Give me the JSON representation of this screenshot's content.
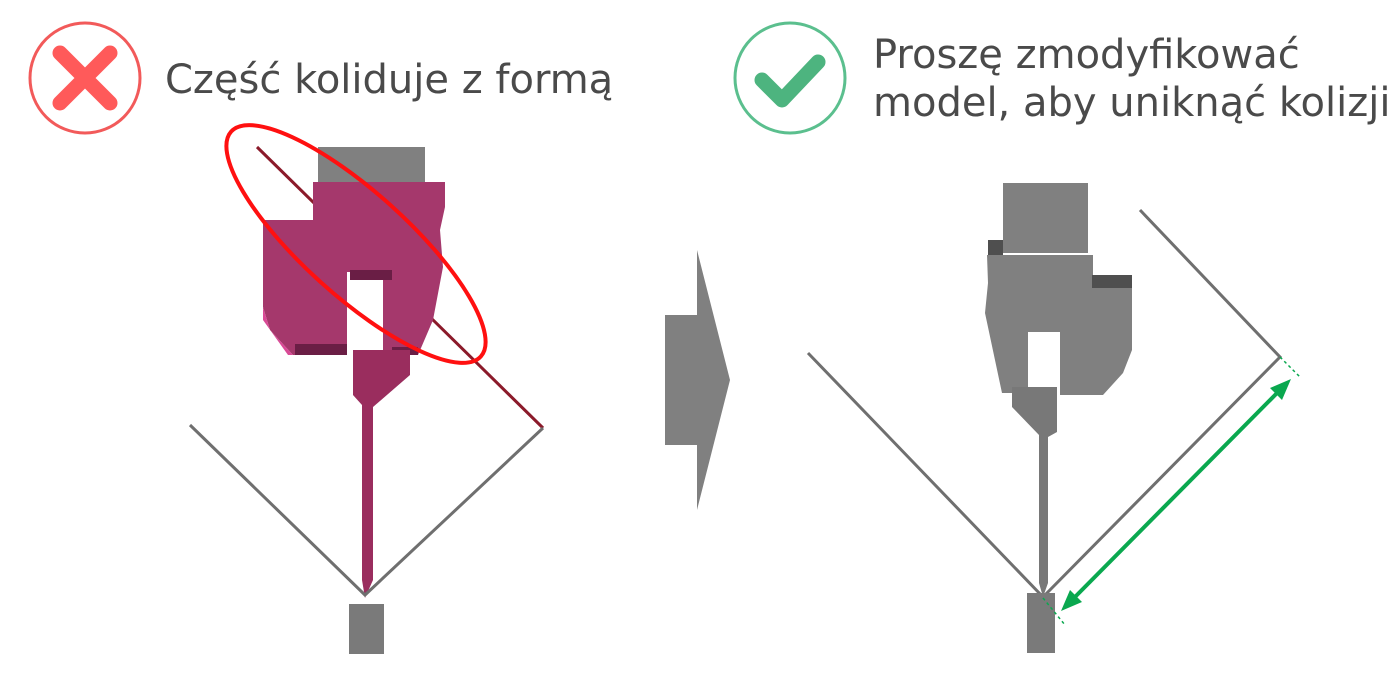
{
  "bad_panel": {
    "icon": "x-circle-icon",
    "caption": "Część koliduje z formą",
    "icon_color": "#f25a5a",
    "part_color": "#a5386c"
  },
  "good_panel": {
    "icon": "check-circle-icon",
    "caption_line1": "Proszę zmodyfikować",
    "caption_line2": "model, aby uniknąć kolizji",
    "icon_color": "#4db47f",
    "dimension_color": "#0aa84f"
  },
  "transition": {
    "icon": "arrow-right-icon"
  }
}
